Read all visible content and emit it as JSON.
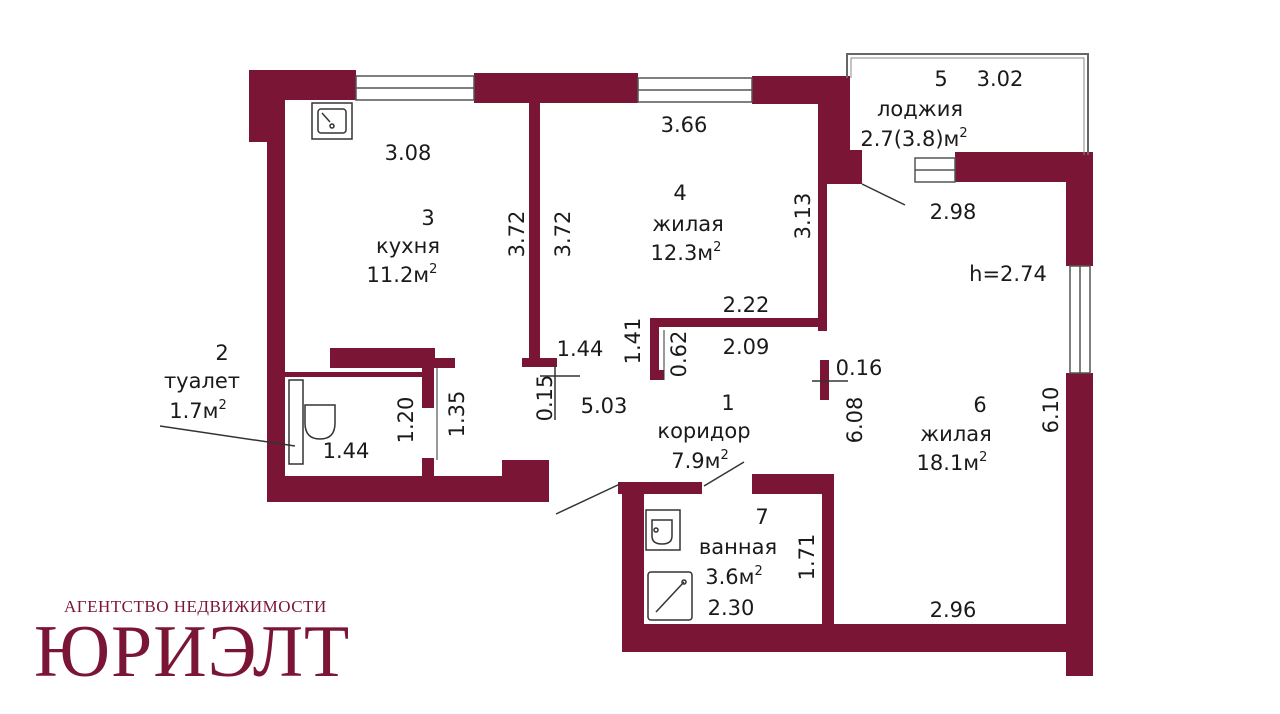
{
  "colors": {
    "wall": "#7b1535",
    "text": "#1a1a1a",
    "brand": "#7b1535"
  },
  "brand": {
    "subtitle": "АГЕНТСТВО НЕДВИЖИМОСТИ",
    "name": "ЮРИЭЛТ"
  },
  "ceiling_height": "h=2.74",
  "rooms": [
    {
      "id": "1",
      "name": "коридор",
      "area": "7.9м"
    },
    {
      "id": "2",
      "name": "туалет",
      "area": "1.7м"
    },
    {
      "id": "3",
      "name": "кухня",
      "area": "11.2м"
    },
    {
      "id": "4",
      "name": "жилая",
      "area": "12.3м"
    },
    {
      "id": "5",
      "name": "лоджия",
      "area": "2.7(3.8)м"
    },
    {
      "id": "6",
      "name": "жилая",
      "area": "18.1м"
    },
    {
      "id": "7",
      "name": "ванная",
      "area": "3.6м"
    }
  ],
  "area_superscript": "2",
  "dimensions": {
    "kitchen_top": "3.08",
    "kitchen_right": "3.72",
    "room4_left": "3.72",
    "room4_top": "3.66",
    "room4_right": "3.13",
    "loggia_top": "3.02",
    "room6_top": "2.98",
    "corridor_top": "2.22",
    "corridor_mid": "2.09",
    "d_141": "1.41",
    "d_062": "0.62",
    "d_144_upper": "1.44",
    "d_015": "0.15",
    "d_503": "5.03",
    "d_016": "0.16",
    "d_608_left": "6.08",
    "d_610_right": "6.10",
    "toilet_width": "1.44",
    "toilet_depth": "1.20",
    "d_135": "1.35",
    "bath_width": "2.30",
    "bath_depth": "1.71",
    "room6_bottom": "2.96"
  }
}
